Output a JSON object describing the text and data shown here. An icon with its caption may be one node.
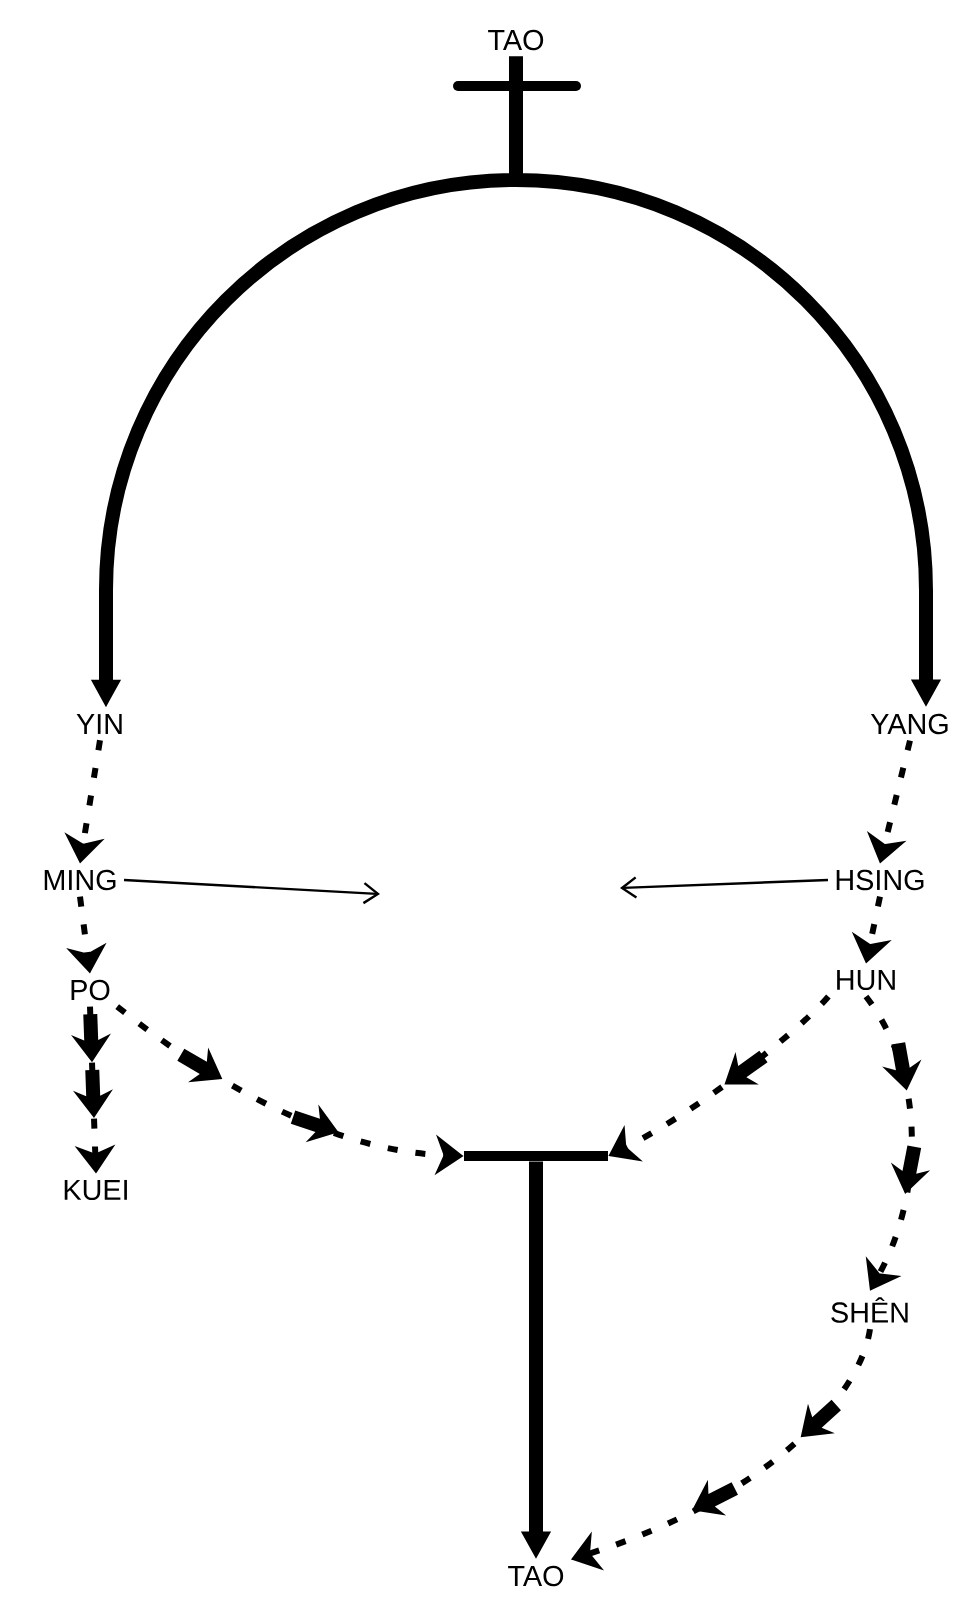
{
  "diagram": {
    "nodes": [
      {
        "text": [
          "TAO"
        ]
      },
      {
        "text": [
          "YIN"
        ]
      },
      {
        "text": [
          "YANG"
        ]
      },
      {
        "text": [
          "MING"
        ]
      },
      {
        "text": [
          "HSING"
        ]
      },
      {
        "text": [
          "PO"
        ]
      },
      {
        "text": [
          "HUN"
        ]
      },
      {
        "text": [
          "KUEI"
        ]
      },
      {
        "text": [],
        "shape": "bar"
      },
      {
        "text": [
          "SHÊN"
        ]
      },
      {
        "text": [
          "TAO"
        ]
      }
    ],
    "edges": [
      {
        "from": 0,
        "to": 1,
        "arrow": "to",
        "style": "thick"
      },
      {
        "from": 0,
        "to": 2,
        "arrow": "to",
        "style": "thick"
      },
      {
        "from": 1,
        "to": 3,
        "arrow": "to",
        "style": "dashed"
      },
      {
        "from": 2,
        "to": 4,
        "arrow": "to",
        "style": "dashed"
      },
      {
        "from": 3,
        "to": null,
        "arrow": "to"
      },
      {
        "from": 4,
        "to": null,
        "arrow": "to"
      },
      {
        "from": 3,
        "to": 5,
        "arrow": "to",
        "style": "dashed"
      },
      {
        "from": 4,
        "to": 6,
        "arrow": "to",
        "style": "dashed"
      },
      {
        "from": 5,
        "to": 7,
        "arrow": "to",
        "style": "dashed"
      },
      {
        "from": 5,
        "to": 8,
        "arrow": "to",
        "style": "dashed"
      },
      {
        "from": 6,
        "to": 8,
        "arrow": "to",
        "style": "dashed"
      },
      {
        "from": 6,
        "to": 9,
        "arrow": "to",
        "style": "dashed"
      },
      {
        "from": 9,
        "to": 10,
        "arrow": "to",
        "style": "dashed"
      },
      {
        "from": 8,
        "to": 10,
        "arrow": "to",
        "style": "thick"
      }
    ]
  }
}
